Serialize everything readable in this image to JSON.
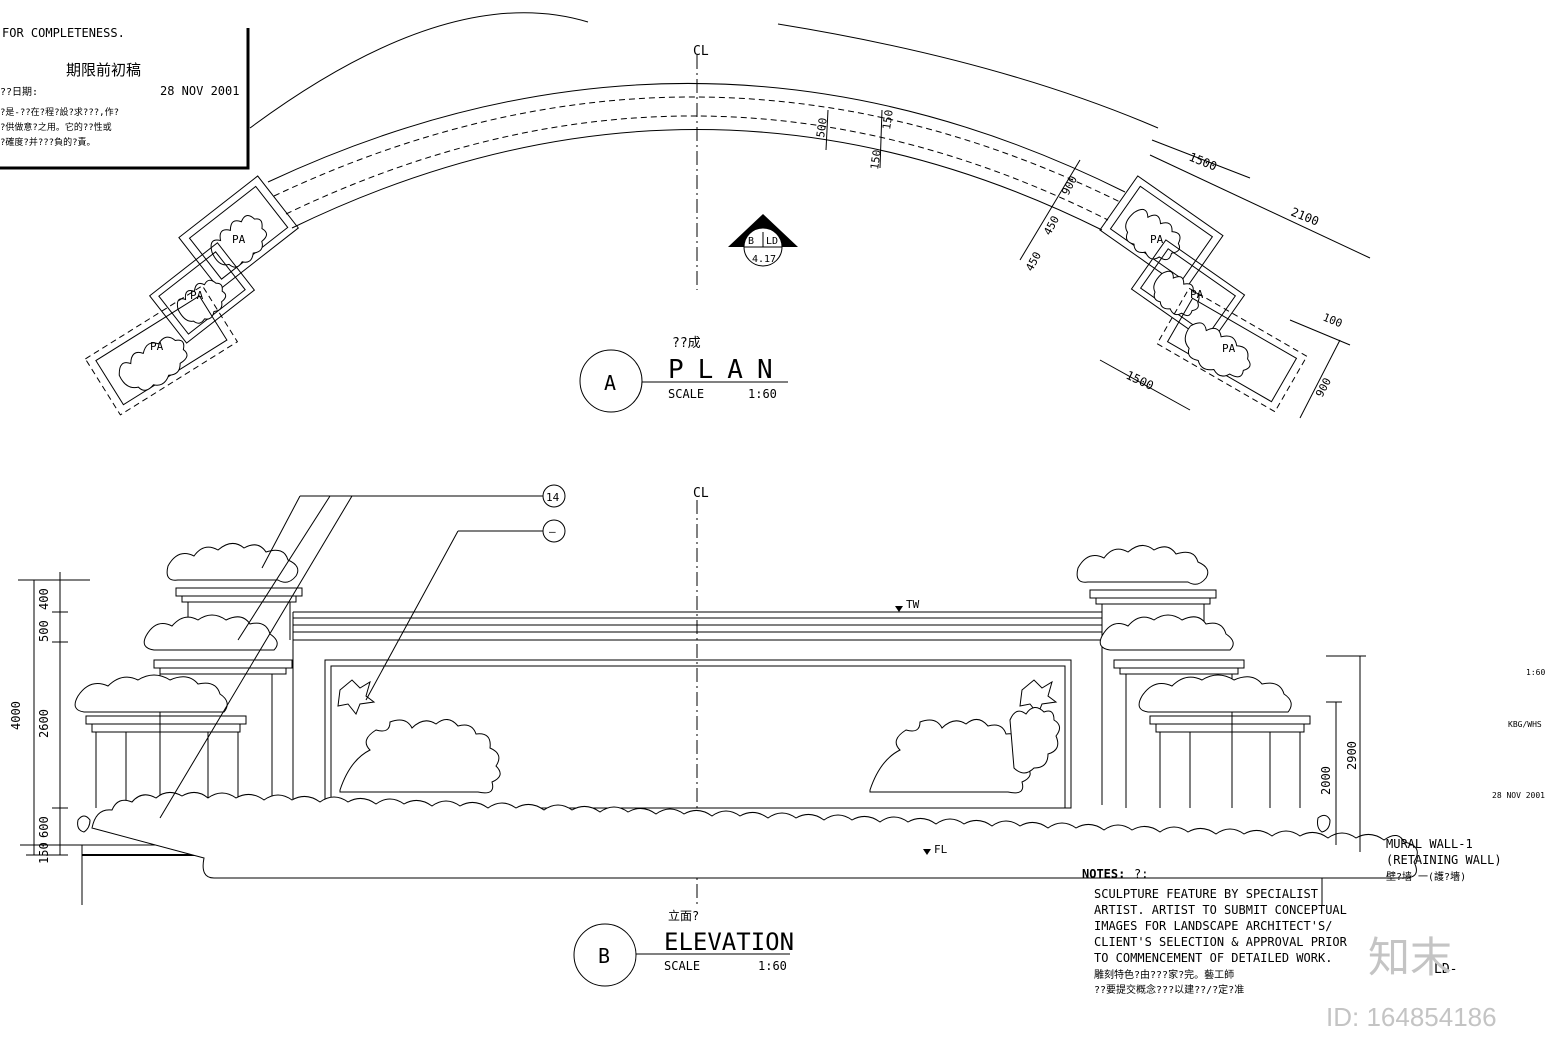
{
  "title_block": {
    "completeness": "FOR COMPLETENESS.",
    "stamp": "期限前初稿",
    "date_label": "??日期:",
    "date": "28 NOV 2001",
    "note_line1": "?是-??在?程?設?求???,作?",
    "note_line2": "?供做意?之用。它的??性或",
    "note_line3": "?確度?并???負的?責。"
  },
  "plan": {
    "centerline": "CL",
    "section_marker": {
      "letters": [
        "B",
        "LD"
      ],
      "ref": "4.17"
    },
    "dims": [
      "500",
      "150",
      "150",
      "900",
      "450",
      "450",
      "1500",
      "2100",
      "100",
      "1500",
      "900"
    ],
    "planter_label": "PA",
    "title_cn": "??成",
    "title": "PLAN",
    "circle_letter": "A",
    "scale_label": "SCALE",
    "scale": "1:60"
  },
  "elevation": {
    "centerline": "CL",
    "callout_1": "14",
    "callout_2": "–",
    "tw": "TW",
    "fl": "FL",
    "left_dims": [
      "400",
      "500",
      "2600",
      "600",
      "150",
      "4000"
    ],
    "right_dims": [
      "2000",
      "2900"
    ],
    "title_cn": "立面?",
    "title": "ELEVATION",
    "circle_letter": "B",
    "scale_label": "SCALE",
    "scale": "1:60"
  },
  "notes": {
    "heading": "NOTES:",
    "heading_cn": "?:",
    "lines": [
      "SCULPTURE FEATURE BY SPECIALIST",
      "ARTIST.  ARTIST TO SUBMIT CONCEPTUAL",
      "IMAGES FOR LANDSCAPE ARCHITECT'S/",
      "CLIENT'S SELECTION & APPROVAL PRIOR",
      "TO COMMENCEMENT OF DETAILED WORK."
    ],
    "lines_cn": [
      "雕刻特色?由???家?完。藝工師",
      "??要提交概念???以建??/?定?准"
    ]
  },
  "sheet": {
    "drawing_title_1": "MURAL WALL-1",
    "drawing_title_2": "(RETAINING WALL)",
    "drawing_title_cn": "壁?墙  一(護?墻)",
    "scale": "1:60",
    "drawn": "KBG/WHS",
    "date": "28 NOV 2001",
    "sheet_no": "LD-"
  },
  "watermark": {
    "brand": "知末",
    "id": "ID: 164854186"
  }
}
